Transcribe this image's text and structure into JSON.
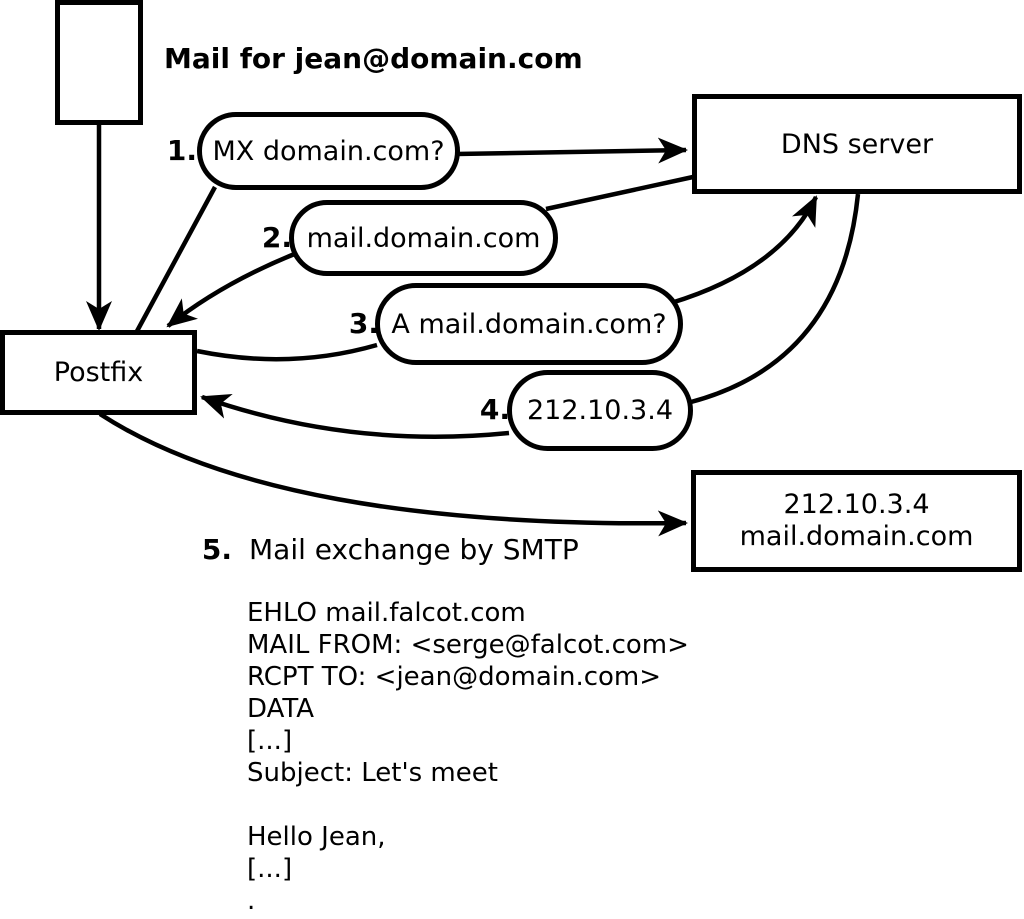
{
  "title": "Mail for jean@domain.com",
  "nodes": {
    "postfix": {
      "label": "Postfix"
    },
    "dns": {
      "label": "DNS server"
    },
    "mailserver": {
      "line1": "212.10.3.4",
      "line2": "mail.domain.com"
    }
  },
  "steps": [
    {
      "number": "1.",
      "label": "MX domain.com?"
    },
    {
      "number": "2.",
      "label": "mail.domain.com"
    },
    {
      "number": "3.",
      "label": "A mail.domain.com?"
    },
    {
      "number": "4.",
      "label": "212.10.3.4"
    },
    {
      "number": "5.",
      "label": "Mail exchange by SMTP"
    }
  ],
  "smtp_session": {
    "lines": [
      "EHLO mail.falcot.com",
      "MAIL FROM: <serge@falcot.com>",
      "RCPT TO: <jean@domain.com>",
      "DATA",
      "[...]",
      "Subject: Let's meet",
      "",
      "Hello Jean,",
      "[...]",
      "."
    ]
  },
  "colors": {
    "ink": "#000000",
    "background": "#ffffff"
  }
}
